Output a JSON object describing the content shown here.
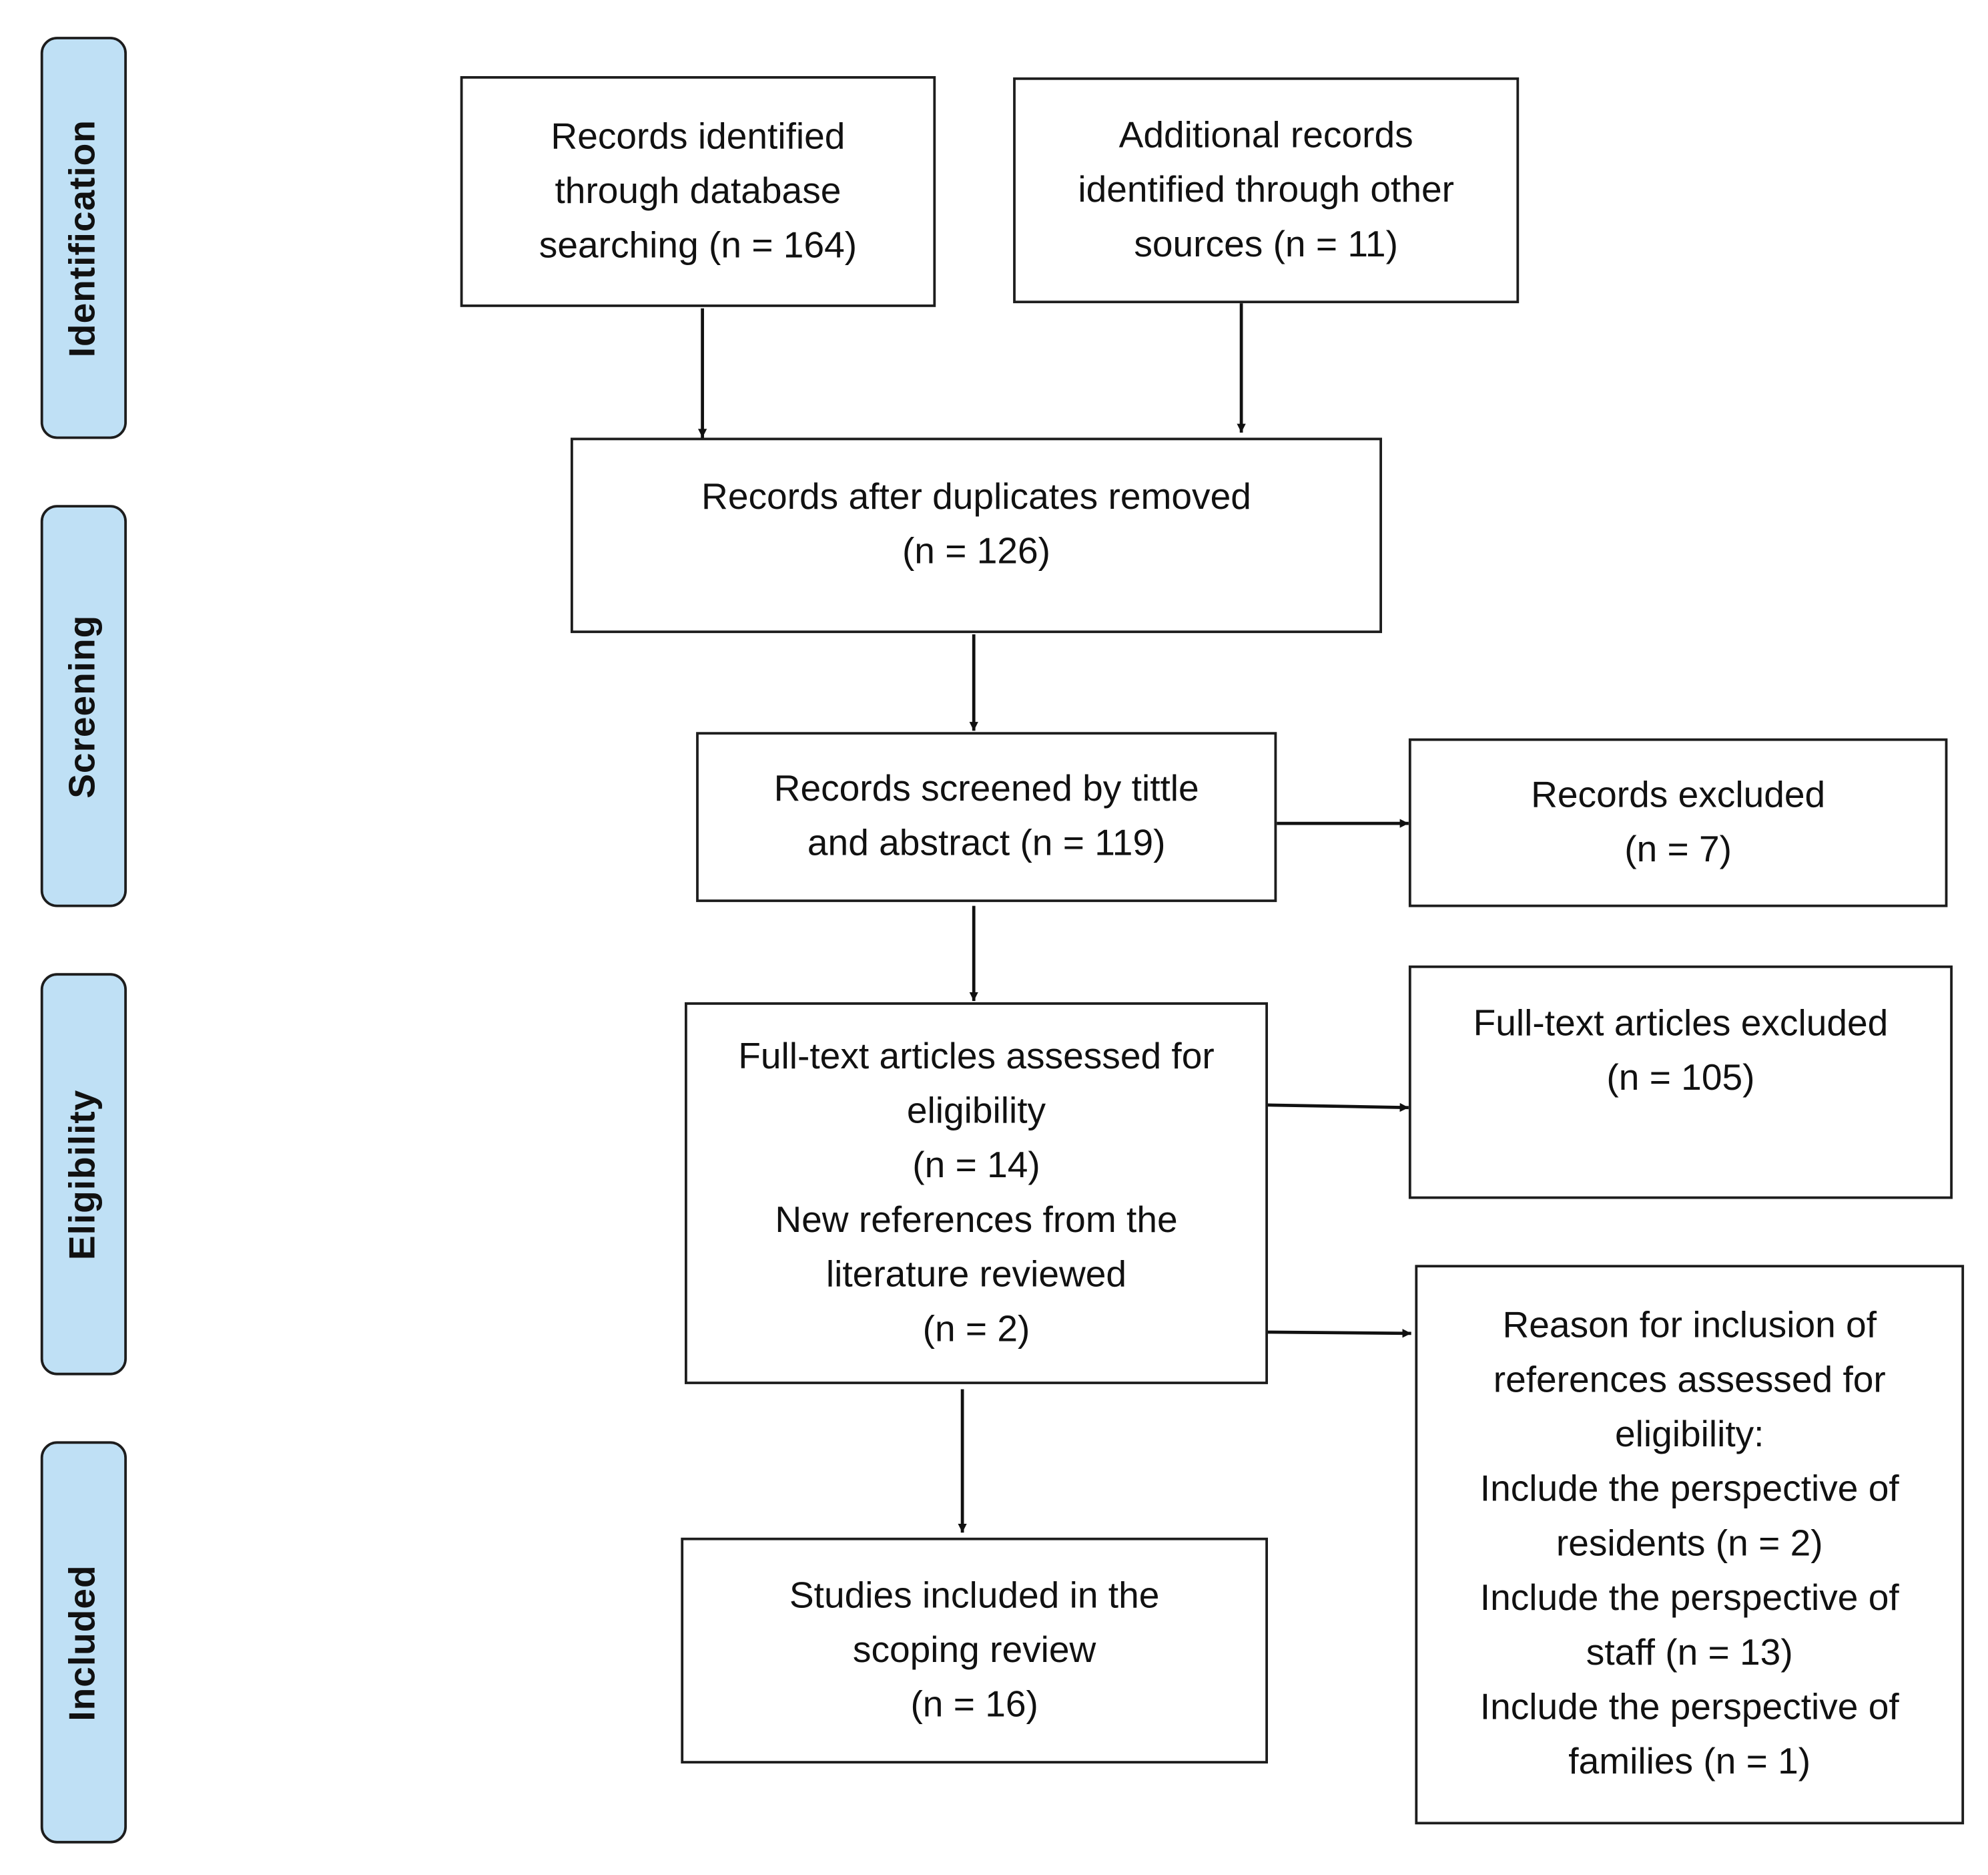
{
  "phases": [
    {
      "id": "identification",
      "label": "Identification"
    },
    {
      "id": "screening",
      "label": "Screening"
    },
    {
      "id": "eligibility",
      "label": "Eligibility"
    },
    {
      "id": "included",
      "label": "Included"
    }
  ],
  "nodes": {
    "db_records": {
      "lines": [
        "Records identified",
        "through database",
        "searching (n = 164)"
      ]
    },
    "other_records": {
      "lines": [
        "Additional records",
        "identified through other",
        "sources (n = 11)"
      ]
    },
    "dedup": {
      "lines": [
        "Records after duplicates removed",
        "(n = 126)"
      ]
    },
    "screened": {
      "lines": [
        "Records screened by tittle",
        "and abstract (n = 119)"
      ]
    },
    "excluded": {
      "lines": [
        "Records excluded",
        "(n = 7)"
      ]
    },
    "fulltext": {
      "lines": [
        "Full-text articles assessed for",
        "eligibility",
        "(n = 14)",
        "New references from the",
        "literature reviewed",
        "(n = 2)"
      ]
    },
    "ft_excluded": {
      "lines": [
        "Full-text articles excluded",
        "(n = 105)"
      ]
    },
    "reasons": {
      "lines": [
        "Reason for inclusion of",
        "references assessed for",
        "eligibility:",
        "Include the perspective of",
        "residents (n = 2)",
        "Include the perspective of",
        "staff (n = 13)",
        "Include the perspective of",
        "families (n = 1)"
      ]
    },
    "included": {
      "lines": [
        "Studies included in the",
        "scoping review",
        "(n = 16)"
      ]
    }
  },
  "edges": [
    {
      "from": "db_records",
      "to": "dedup"
    },
    {
      "from": "other_records",
      "to": "dedup"
    },
    {
      "from": "dedup",
      "to": "screened"
    },
    {
      "from": "screened",
      "to": "excluded"
    },
    {
      "from": "screened",
      "to": "fulltext"
    },
    {
      "from": "fulltext",
      "to": "ft_excluded"
    },
    {
      "from": "fulltext",
      "to": "reasons"
    },
    {
      "from": "fulltext",
      "to": "included"
    }
  ]
}
